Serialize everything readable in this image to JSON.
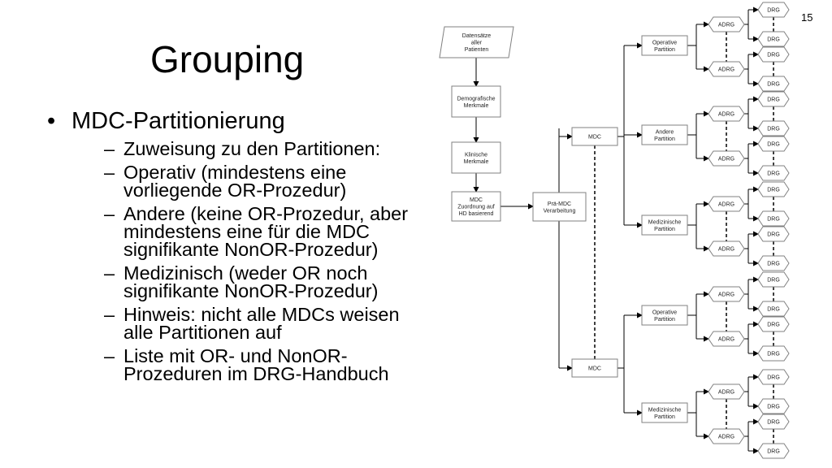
{
  "slide": {
    "title": "Grouping",
    "number": "15"
  },
  "bullets": {
    "main": "MDC-Partitionierung",
    "sub": [
      "Zuweisung zu den Partitionen:",
      "Operativ (mindestens eine vorliegende OR-Prozedur)",
      "Andere (keine OR-Prozedur, aber mindestens eine für die MDC signifikante NonOR-Prozedur)",
      "Medizinisch (weder OR noch signifikante NonOR-Prozedur)",
      "Hinweis: nicht alle MDCs weisen alle Partitionen auf",
      "Liste mit OR- und NonOR-Prozeduren im DRG-Handbuch"
    ]
  },
  "diagram": {
    "flow": [
      [
        "Datensätze",
        "aller",
        "Patienten"
      ],
      [
        "Demografische",
        "Merkmale"
      ],
      [
        "Klinische",
        "Merkmale"
      ],
      [
        "MDC",
        "Zuordnung auf",
        "HD basierend"
      ]
    ],
    "pre_mdc": [
      "Prä-MDC",
      "Verarbeitung"
    ],
    "mdc_label": "MDC",
    "adrg_label": "ADRG",
    "drg_label": "DRG",
    "partitions": [
      [
        "Operative",
        "Partition"
      ],
      [
        "Andere",
        "Partition"
      ],
      [
        "Medizinische",
        "Partition"
      ],
      [
        "Operative",
        "Partition"
      ],
      [
        "Medizinische",
        "Partition"
      ]
    ]
  }
}
